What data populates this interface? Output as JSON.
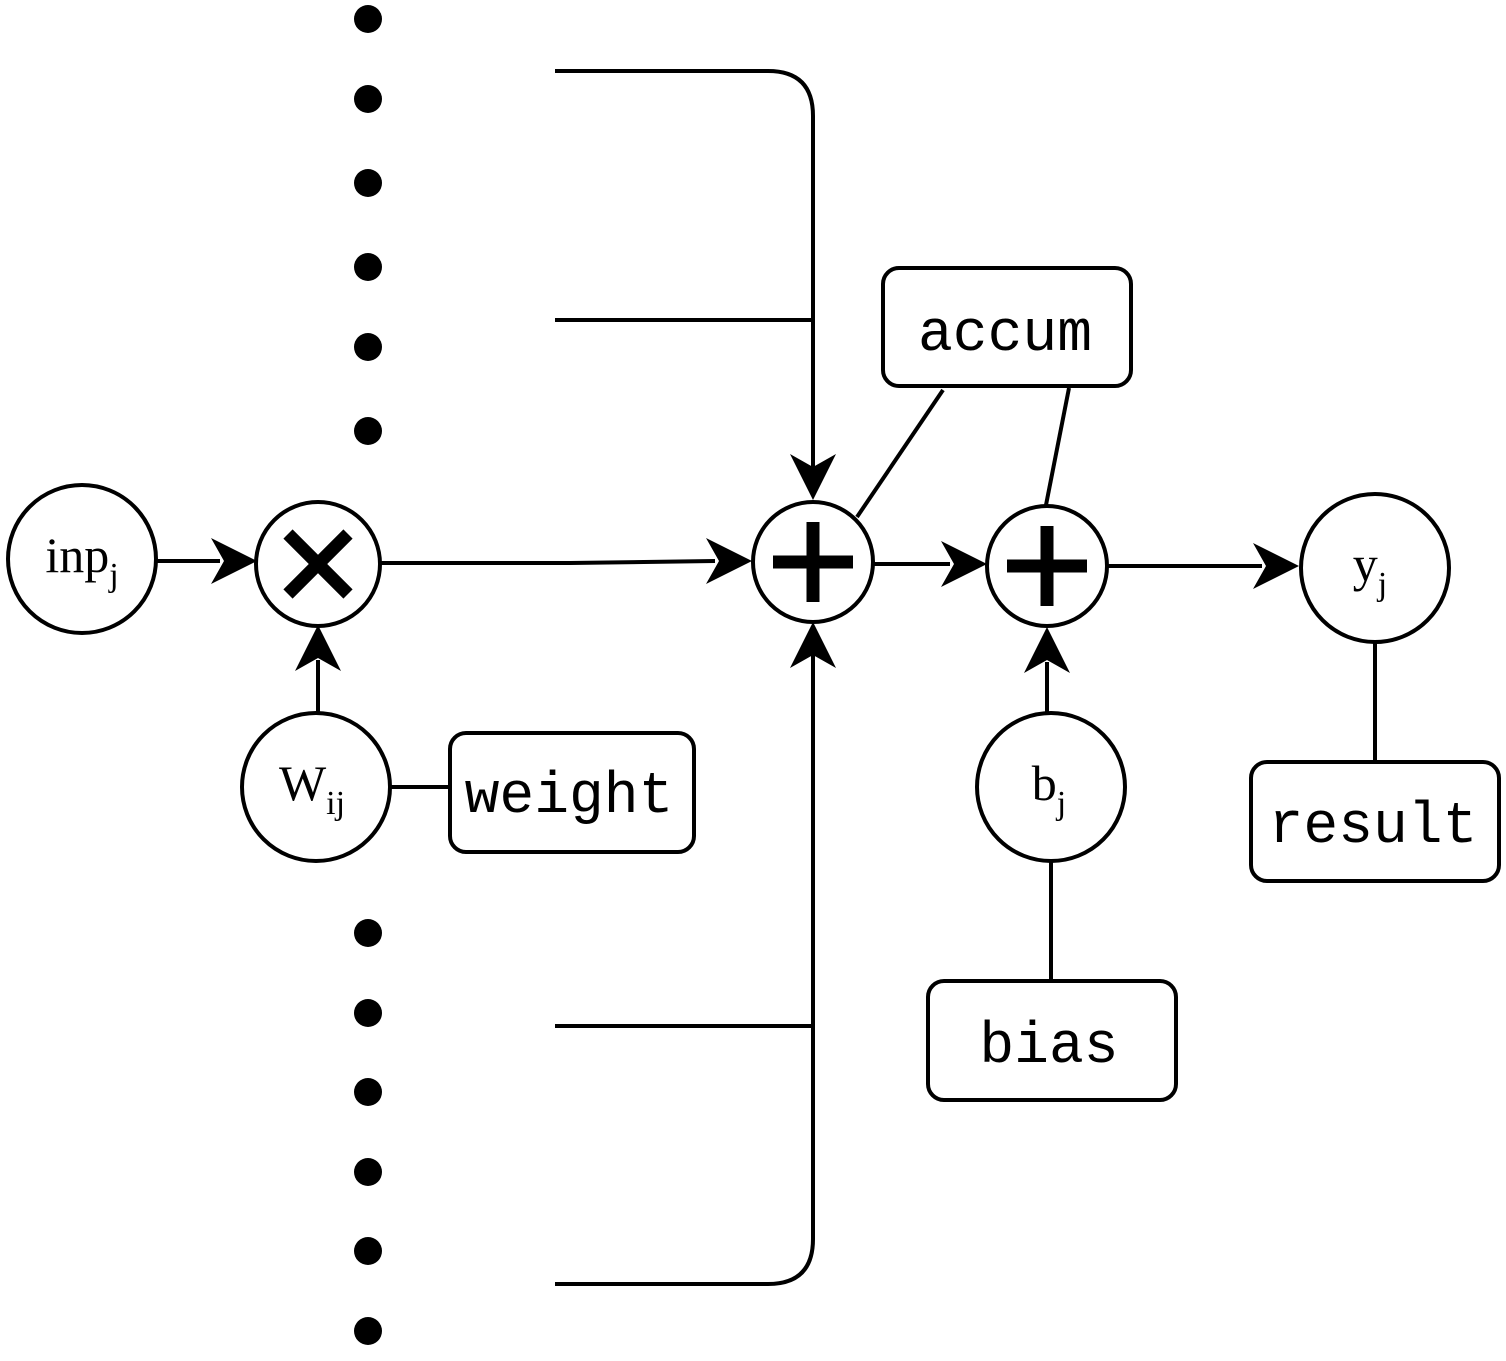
{
  "nodes": {
    "input": {
      "base": "inp",
      "sub": "j"
    },
    "weight_value": {
      "base": "W",
      "sub": "ij"
    },
    "bias_value": {
      "base": "b",
      "sub": "j"
    },
    "output": {
      "base": "y",
      "sub": "j"
    }
  },
  "operators": {
    "multiply": "multiply",
    "accumulate_add": "add",
    "bias_add": "add"
  },
  "labels": {
    "weight": "weight",
    "accum": "accum",
    "bias": "bias",
    "result": "result"
  },
  "icons": {
    "ellipsis": "vertical-dots"
  }
}
